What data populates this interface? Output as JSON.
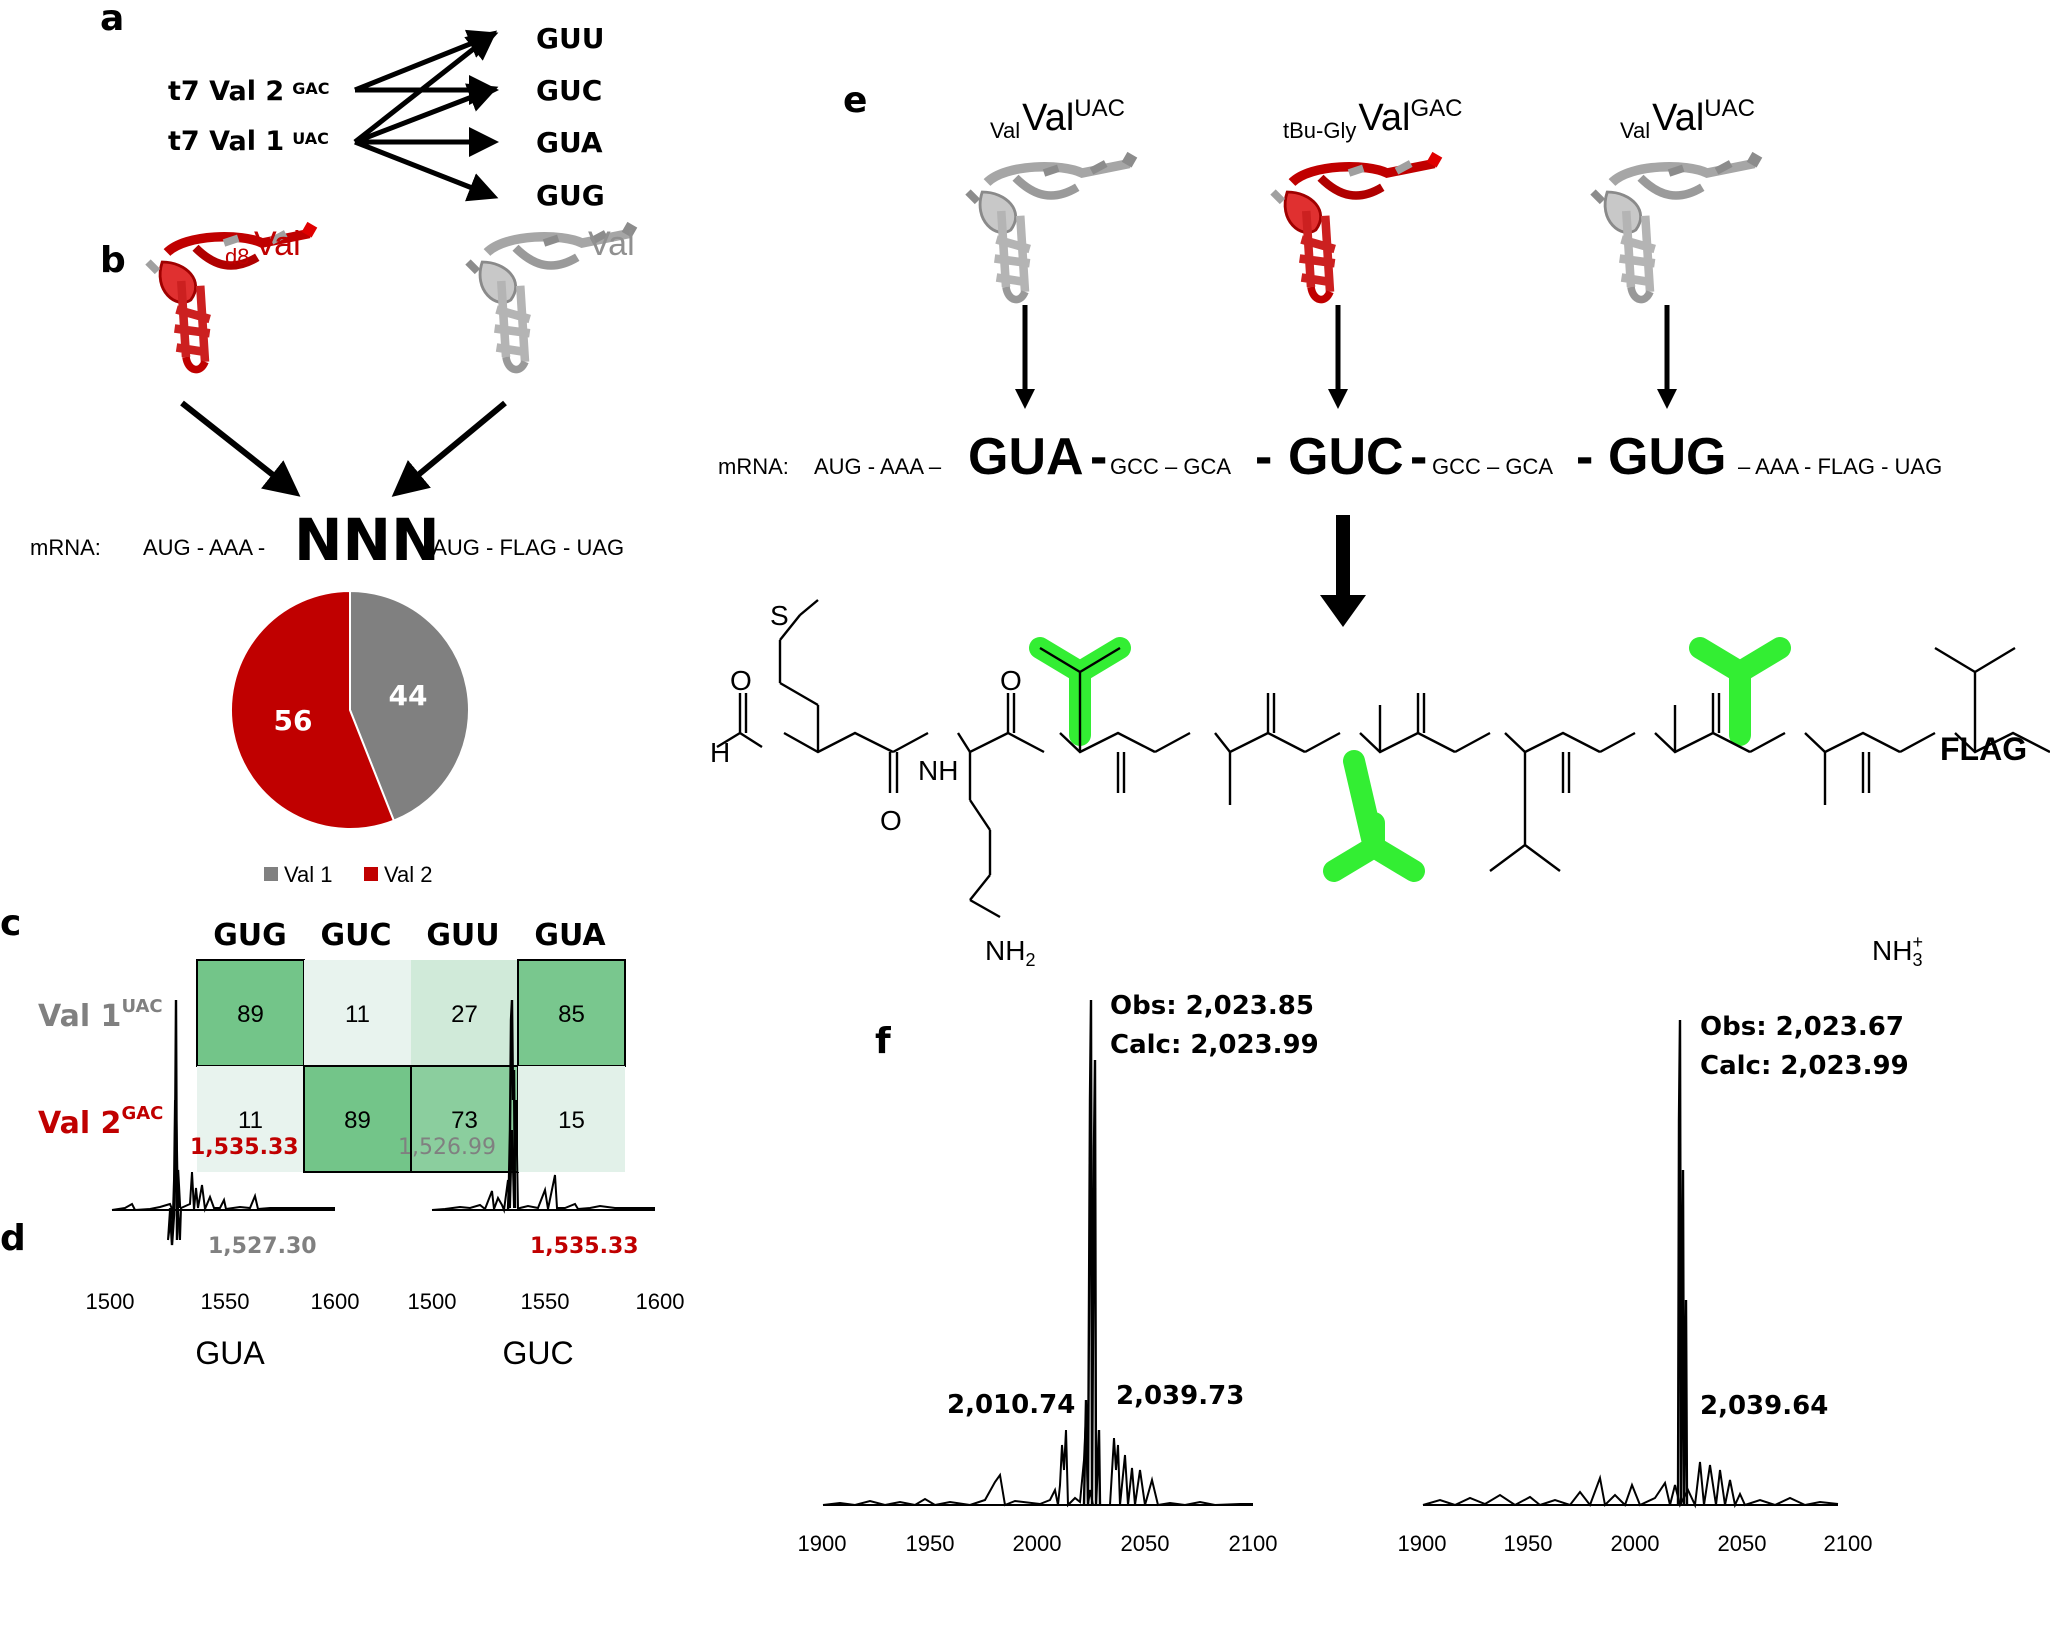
{
  "panels": {
    "a": "a",
    "b": "b",
    "c": "c",
    "d": "d",
    "e": "e",
    "f": "f"
  },
  "panel_a": {
    "trna1": "t7 Val 2",
    "trna1_sup": "GAC",
    "trna2": "t7 Val 1",
    "trna2_sup": "UAC",
    "codons": [
      "GUU",
      "GUC",
      "GUA",
      "GUG"
    ]
  },
  "panel_b": {
    "left_label_sub": "d8",
    "left_label": "Val",
    "right_label": "Val",
    "mrna_prefix": "mRNA:",
    "mrna_left": "AUG - AAA -",
    "mrna_codon": "NNN",
    "mrna_right": "- AUG - FLAG - UAG"
  },
  "panel_c": {
    "columns": [
      "GUG",
      "GUC",
      "GUU",
      "GUA"
    ],
    "rows": [
      {
        "label": "Val 1",
        "sup": "UAC",
        "values": [
          "89",
          "11",
          "27",
          "85"
        ]
      },
      {
        "label": "Val 2",
        "sup": "GAC",
        "values": [
          "11",
          "89",
          "73",
          "15"
        ]
      }
    ]
  },
  "panel_d": {
    "spectra": [
      {
        "name": "GUA",
        "peak1": "1,527.30",
        "peak2": "1,535.33",
        "ticks": [
          "1500",
          "1550",
          "1600"
        ]
      },
      {
        "name": "GUC",
        "peak1": "1,535.33",
        "peak2": "1,526.99",
        "ticks": [
          "1500",
          "1550",
          "1600"
        ]
      }
    ]
  },
  "panel_e": {
    "trnas": [
      {
        "sub": "Val",
        "main": "Val",
        "sup": "UAC"
      },
      {
        "sub": "tBu-Gly",
        "main": "Val",
        "sup": "GAC"
      },
      {
        "sub": "Val",
        "main": "Val",
        "sup": "UAC"
      }
    ],
    "mrna": {
      "prefix": "mRNA:",
      "s1": "AUG - AAA –",
      "c1": "GUA",
      "d1": "-",
      "s2": "GCC – GCA",
      "d2": "-",
      "c2": "GUC",
      "d3": "-",
      "s3": "GCC – GCA",
      "d4": "-",
      "c3": "GUG",
      "s4": "– AAA - FLAG - UAG"
    },
    "chem": {
      "S": "S",
      "O": "O",
      "H": "H",
      "N": "N",
      "NH": "NH",
      "NH2": "NH",
      "NH2_sub": "2",
      "NH3": "NH",
      "NH3_sub": "3",
      "NH3_sup": "+",
      "FLAG": "FLAG"
    }
  },
  "panel_f": {
    "spectra": [
      {
        "obs": "Obs: 2,023.85",
        "calc": "Calc: 2,023.99",
        "left_peak": "2,010.74",
        "right_peak": "2,039.73",
        "ticks": [
          "1900",
          "1950",
          "2000",
          "2050",
          "2100"
        ]
      },
      {
        "obs": "Obs: 2,023.67",
        "calc": "Calc: 2,023.99",
        "right_peak": "2,039.64",
        "ticks": [
          "1900",
          "1950",
          "2000",
          "2050",
          "2100"
        ]
      }
    ]
  },
  "chart_data": [
    {
      "type": "pie",
      "categories": [
        "Val 1",
        "Val 2"
      ],
      "values": [
        44,
        56
      ],
      "colors": [
        "#808080",
        "#c00000"
      ],
      "legend": "bottom"
    },
    {
      "type": "heatmap",
      "x": [
        "GUG",
        "GUC",
        "GUU",
        "GUA"
      ],
      "y": [
        "Val 1UAC",
        "Val 2GAC"
      ],
      "values": [
        [
          89,
          11,
          27,
          85
        ],
        [
          11,
          89,
          73,
          15
        ]
      ]
    }
  ],
  "colors": {
    "red": "#c00000",
    "grey": "#808080",
    "green_high": "#63be7b",
    "green_highlight": "#33ee33"
  }
}
